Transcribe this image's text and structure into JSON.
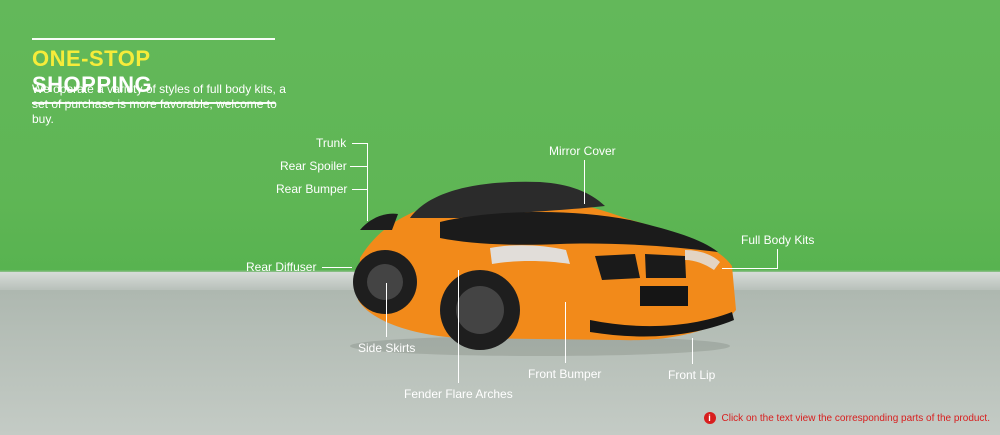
{
  "header": {
    "title_highlight": "ONE-STOP",
    "title_rest": " SHOPPING",
    "description": "We operate a variety of styles of full body kits, a set of purchase is more favorable, welcome to buy."
  },
  "parts": {
    "trunk": "Trunk",
    "rear_spoiler": "Rear Spoiler",
    "rear_bumper": "Rear Bumper",
    "rear_diffuser": "Rear Diffuser",
    "side_skirts": "Side Skirts",
    "fender_flare_arches": "Fender Flare Arches",
    "front_bumper": "Front Bumper",
    "front_lip": "Front Lip",
    "mirror_cover": "Mirror Cover",
    "full_body_kits": "Full Body Kits"
  },
  "note": {
    "icon": "info-icon",
    "text": "Click on the text view the corresponding parts of the product."
  },
  "colors": {
    "background_green": "#5fb655",
    "highlight_yellow": "#f6ec3a",
    "car_orange": "#f28a1a",
    "note_red": "#d81e1e"
  }
}
